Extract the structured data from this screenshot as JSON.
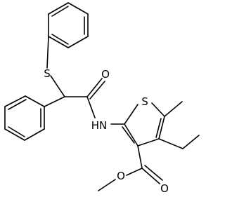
{
  "molecule": {
    "atoms": {
      "S_thioether": "S",
      "O_amide": "O",
      "N_amide": "HN",
      "S_thiophene": "S",
      "O_carbonyl": "O",
      "O_ester": "O"
    }
  }
}
